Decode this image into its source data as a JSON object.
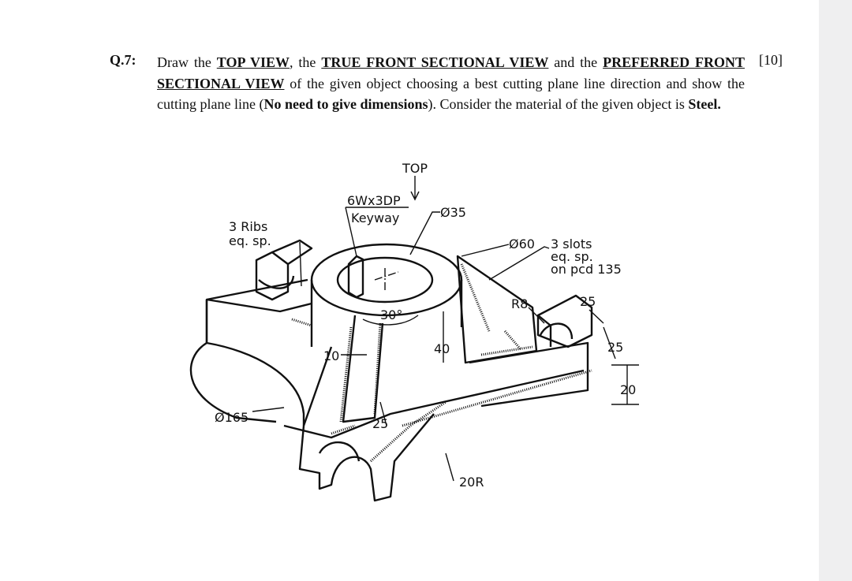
{
  "question": {
    "number": "Q.7:",
    "marks": "[10]",
    "t1": "Draw the ",
    "top_view": "TOP VIEW",
    "t2": ", the ",
    "true_front": "TRUE FRONT SECTIONAL VIEW",
    "t3": " and the ",
    "preferred": "PREFERRED FRONT SECTIONAL VIEW",
    "t4": " of the given object choosing a best cutting plane line direction and show the cutting plane line (",
    "no_dims": "No need to give dimensions",
    "t5": "). Consider the material of the given object is ",
    "steel": "Steel.",
    "t6": ""
  },
  "drawing": {
    "top": "TOP",
    "keyway_1": "6Wx3DP",
    "keyway_2": "Keyway",
    "d35": "Ø35",
    "ribs_1": "3 Ribs",
    "ribs_2": "eq. sp.",
    "d60": "Ø60",
    "slots_1": "3 slots",
    "slots_2": "eq. sp.",
    "slots_3": "on pcd 135",
    "r8": "R8",
    "dim25a": "25",
    "dim25b": "25",
    "dim20": "20",
    "angle30": "30°",
    "dim40": "40",
    "dim10": "10",
    "d165": "Ø165",
    "dim25c": "25",
    "r20": "20R"
  }
}
